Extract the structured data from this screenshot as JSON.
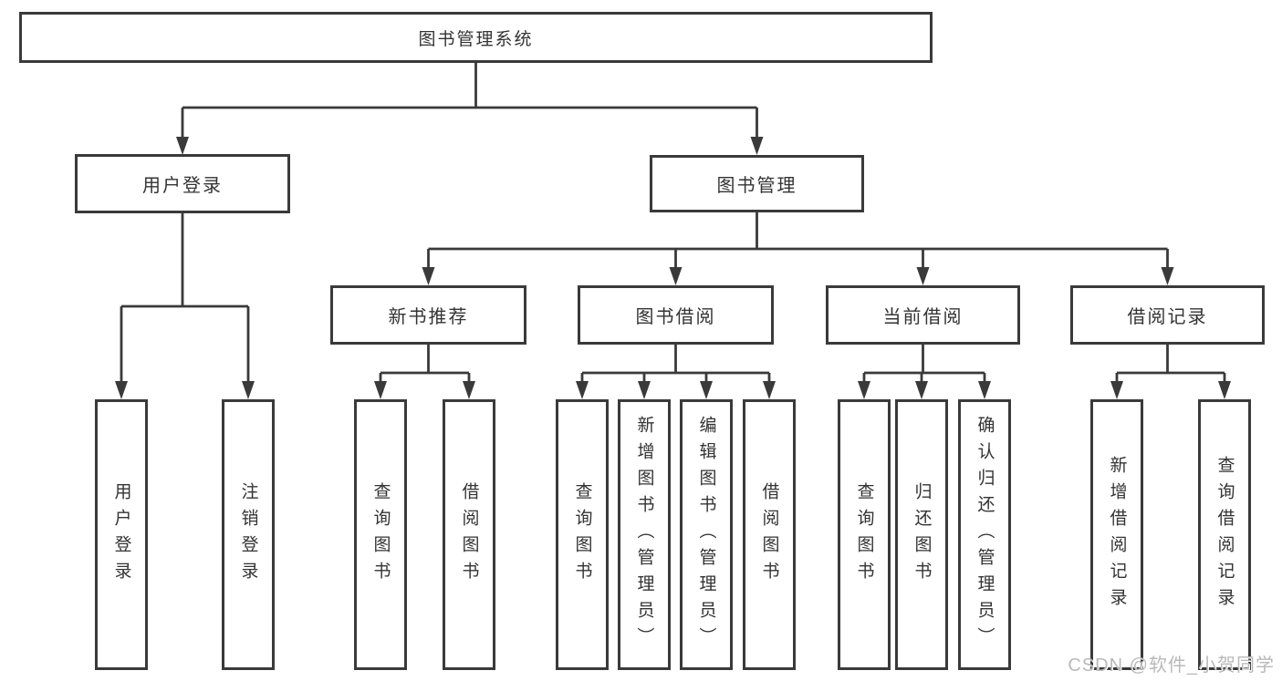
{
  "tree": {
    "label": "图书管理系统",
    "children": [
      {
        "label": "用户登录",
        "children": [
          {
            "label": "用户登录"
          },
          {
            "label": "注销登录"
          }
        ]
      },
      {
        "label": "图书管理",
        "children": [
          {
            "label": "新书推荐",
            "children": [
              {
                "label": "查询图书"
              },
              {
                "label": "借阅图书"
              }
            ]
          },
          {
            "label": "图书借阅",
            "children": [
              {
                "label": "查询图书"
              },
              {
                "label": "新增图书（管理员）"
              },
              {
                "label": "编辑图书（管理员）"
              },
              {
                "label": "借阅图书"
              }
            ]
          },
          {
            "label": "当前借阅",
            "children": [
              {
                "label": "查询图书"
              },
              {
                "label": "归还图书"
              },
              {
                "label": "确认归还（管理员）"
              }
            ]
          },
          {
            "label": "借阅记录",
            "children": [
              {
                "label": "新增借阅记录"
              },
              {
                "label": "查询借阅记录"
              }
            ]
          }
        ]
      }
    ]
  },
  "watermark": "CSDN @软件_小贺同学",
  "colors": {
    "line": "#3a3a3a",
    "box_border": "#3a3a3a",
    "box_fill": "#ffffff",
    "text": "#333333",
    "watermark": "#b9b9b9",
    "background": "#ffffff"
  }
}
